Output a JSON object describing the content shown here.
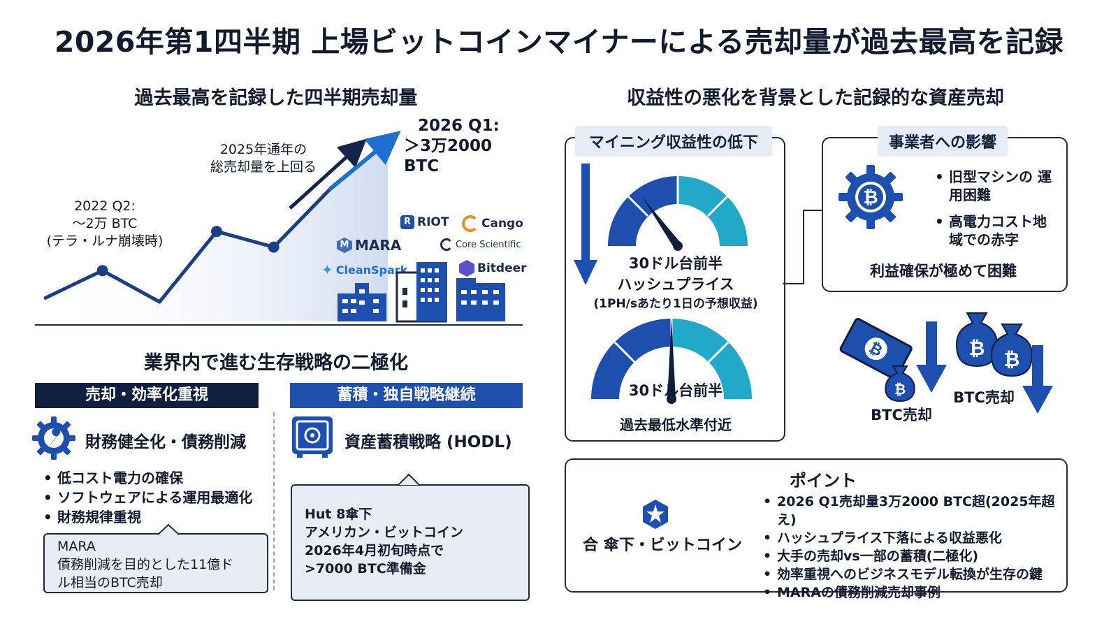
{
  "title": "2026年第1四半期 上場ビットコインマイナーによる売却量が過去最高を記録",
  "left_top": {
    "heading": "過去最高を記録した四半期売却量",
    "ann_2022": [
      "2022 Q2:",
      "〜2万 BTC",
      "(テラ・ルナ崩壊時)"
    ],
    "ann_2025": [
      "2025年通年の",
      "総売却量を上回る"
    ],
    "ann_2026": [
      "2026 Q1:",
      "＞3万2000 BTC"
    ],
    "logos": [
      "RIOT",
      "Cango",
      "MARA",
      "Core Scientific",
      "CleanSpark",
      "Bitdeer"
    ]
  },
  "chart_data": {
    "type": "line",
    "x": [
      1,
      2,
      3,
      4,
      5,
      6,
      7
    ],
    "values": [
      1.2,
      2.6,
      1.0,
      4.6,
      3.8,
      6.8,
      9.2
    ],
    "title": "",
    "xlabel": "",
    "ylabel": "",
    "ylim": [
      0,
      10
    ],
    "grid": false,
    "color": "#1d4fae"
  },
  "left_bottom": {
    "heading": "業界内で進む生存戦略の二極化",
    "sell": {
      "header": "売却・効率化重視",
      "feature": "財務健全化・債務削減",
      "bullets": [
        "低コスト電力の確保",
        "ソフトウェアによる運用最適化",
        "財務規律重視"
      ],
      "callout": [
        "MARA",
        "債務削減を目的とした11億ド",
        "ル相当のBTC売却"
      ]
    },
    "hold": {
      "header": "蓄積・独自戦略継続",
      "feature": "資産蓄積戦略 (HODL)",
      "callout": [
        "Hut 8傘下",
        "アメリカン・ビットコイン",
        "2026年4月初旬時点で",
        ">7000 BTC準備金"
      ]
    }
  },
  "right_top": {
    "heading": "収益性の悪化を背景とした記録的な資産売却",
    "mining": {
      "tag": "マイニング収益性の低下",
      "gauge1": [
        "30ドル台前半",
        "ハッシュプライス",
        "(1PH/sあたり1日の予想収益)"
      ],
      "gauge2_value": "30ドル台前半",
      "gauge2_label": "過去最低水準付近",
      "gauge1_level": 0.3,
      "gauge2_level": 0.5
    },
    "impact": {
      "tag": "事業者への影響",
      "bullets": [
        "旧型マシンの 運用困難",
        "高電力コスト地 域での赤字"
      ],
      "summary": "利益確保が極めて困難"
    },
    "sell_labels": [
      "BTC売却",
      "BTC売却"
    ],
    "bitcoin_symbol": "₿"
  },
  "points": {
    "heading": "ポイント",
    "side_label": "合 傘下・ビットコイン",
    "items": [
      "2026 Q1売却量3万2000 BTC超(2025年超え)",
      "ハッシュプライス下落による収益悪化",
      "大手の売却vs一部の蓄積(二極化)",
      "効率重視へのビジネスモデル転換が生存の鍵",
      "MARAの債務削減売却事例"
    ]
  },
  "colors": {
    "navy": "#0f1f3d",
    "blue": "#1d4fae",
    "cyan": "#22a9c9",
    "light": "#e8edf5"
  }
}
